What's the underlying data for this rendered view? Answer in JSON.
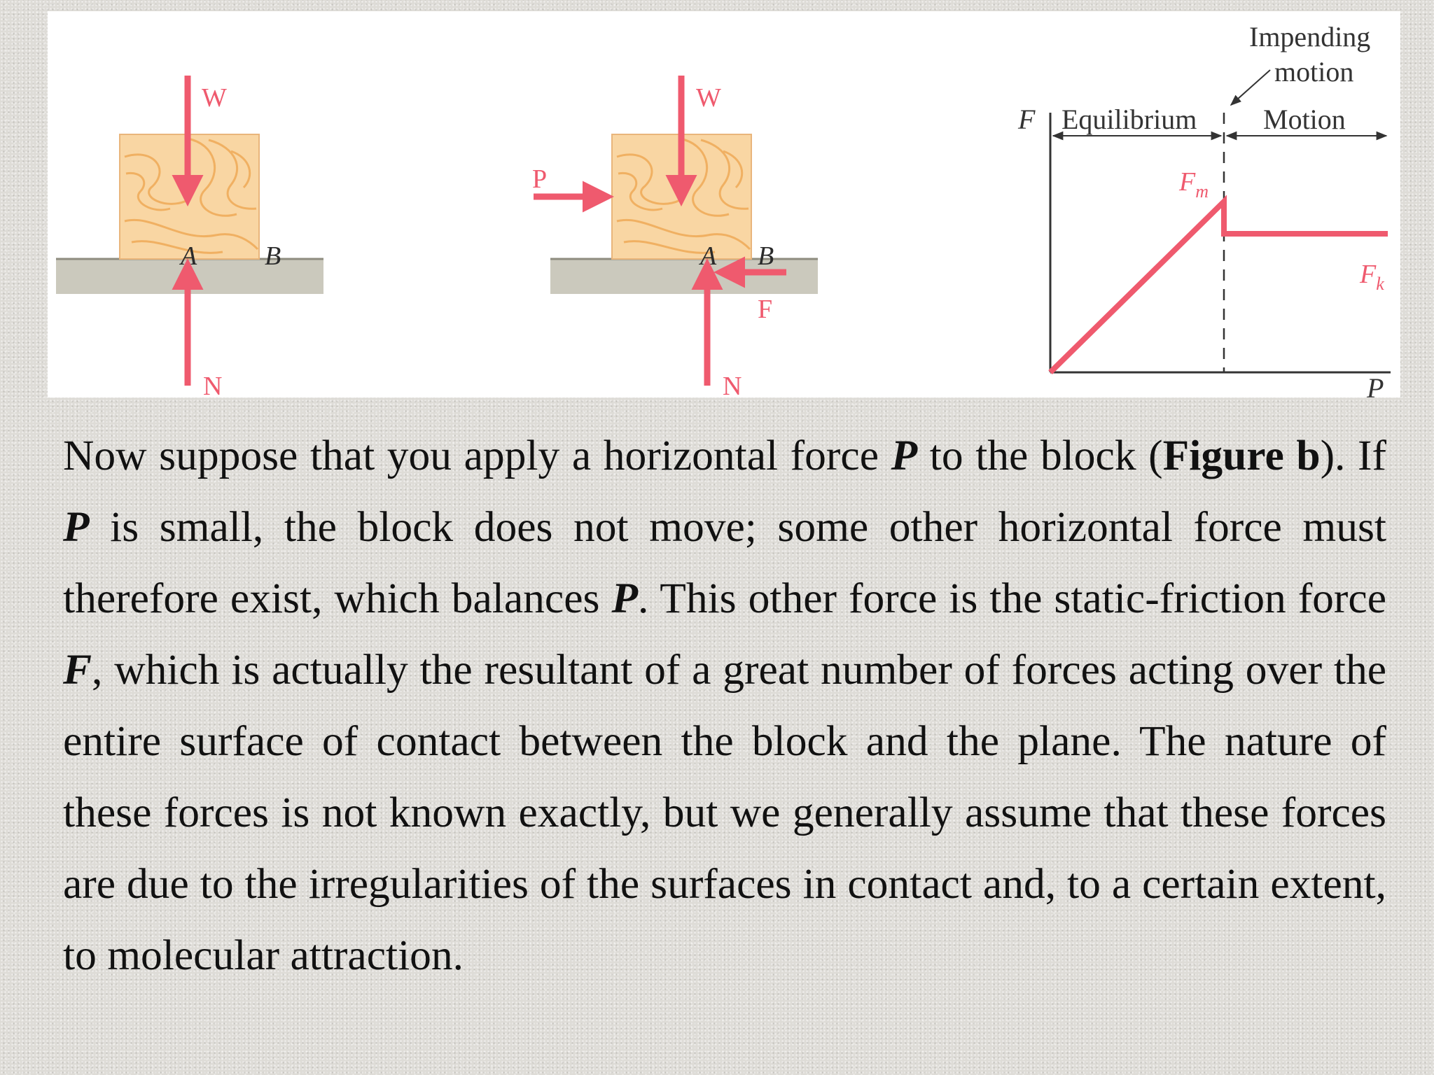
{
  "figure": {
    "fig_a": {
      "weight_label": "W",
      "normal_label": "N",
      "point_a": "A",
      "point_b": "B"
    },
    "fig_b": {
      "weight_label": "W",
      "normal_label": "N",
      "point_a": "A",
      "point_b": "B",
      "push_label": "P",
      "friction_label": "F"
    },
    "graph": {
      "y_label": "F",
      "x_label": "P",
      "equilibrium_label": "Equilibrium",
      "motion_label": "Motion",
      "impending_label_line1": "Impending",
      "impending_label_line2": "motion",
      "fm_main": "F",
      "fm_sub": "m",
      "fk_main": "F",
      "fk_sub": "k"
    },
    "colors": {
      "force_arrow": "#ef5a6e",
      "block_wood": "#f9d6a3",
      "block_grain": "#f0b062",
      "ground": "#cbc9bd"
    }
  },
  "text": {
    "p1": "Now suppose that you apply a horizontal force ",
    "p1_sym": "P",
    "p2": " to the block (",
    "p2_bold": "Figure b",
    "p3": "). If ",
    "p3_sym": "P",
    "p4": " is small, the block does not move; some other horizontal force must therefore exist, which balances ",
    "p4_sym": "P",
    "p5": ". This other force is the static-friction force ",
    "p5_sym": "F",
    "p6": ", which is actually the resultant of a great number of forces acting over the entire surface of contact between the block and the plane. The nature of these forces is not known exactly, but we generally assume that these forces are due to the irregularities of the surfaces in contact and, to a certain extent, to molecular attraction."
  }
}
